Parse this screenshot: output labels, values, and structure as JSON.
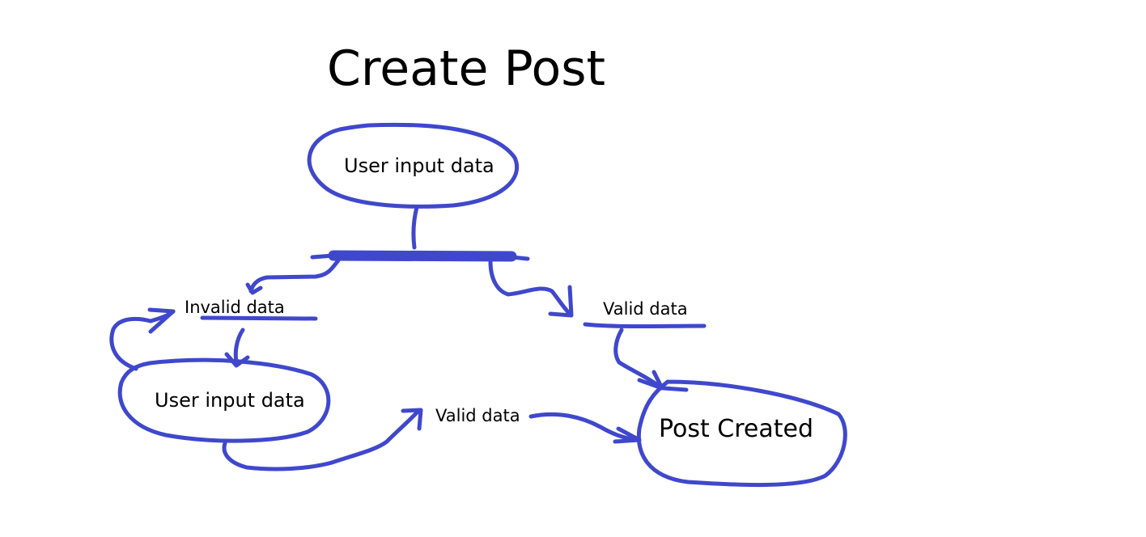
{
  "title": "Create Post",
  "ink_color": "#3f48cc",
  "nodes": {
    "top": "User input data",
    "left": "User input data",
    "right": "Post Created"
  },
  "edges": {
    "invalid": "Invalid data",
    "valid_right": "Valid data",
    "valid_bottom": "Valid data"
  }
}
